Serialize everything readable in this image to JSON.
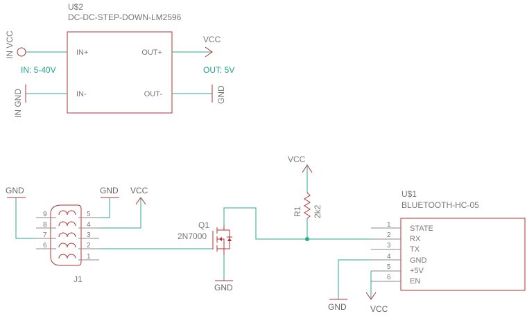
{
  "regulator": {
    "ref": "U$2",
    "value": "DC-DC-STEP-DOWN-LM2596",
    "pin_in_plus": "IN+",
    "pin_in_minus": "IN-",
    "pin_out_plus": "OUT+",
    "pin_out_minus": "OUT-",
    "in_vcc_label": "IN VCC",
    "in_gnd_label": "IN GND",
    "vcc_label": "VCC",
    "gnd_label": "GND",
    "note_in": "IN: 5-40V",
    "note_out": "OUT: 5V"
  },
  "connector": {
    "ref": "J1",
    "pins_left": [
      "9",
      "8",
      "7",
      "6"
    ],
    "pins_right": [
      "5",
      "4",
      "3",
      "2",
      "1"
    ],
    "gnd_left": "GND",
    "gnd_right": "GND",
    "vcc": "VCC"
  },
  "transistor": {
    "ref": "Q1",
    "value": "2N7000",
    "gnd": "GND"
  },
  "resistor": {
    "ref": "R1",
    "value": "2k2",
    "vcc": "VCC"
  },
  "bluetooth": {
    "ref": "U$1",
    "value": "BLUETOOTH-HC-05",
    "pins": [
      {
        "num": "1",
        "name": "STATE"
      },
      {
        "num": "2",
        "name": "RX"
      },
      {
        "num": "3",
        "name": "TX"
      },
      {
        "num": "4",
        "name": "GND"
      },
      {
        "num": "5",
        "name": "+5V"
      },
      {
        "num": "6",
        "name": "EN"
      }
    ],
    "gnd": "GND",
    "vcc": "VCC"
  },
  "colors": {
    "wire": "#2aa88a",
    "symbol": "#b03030",
    "text": "#777777"
  }
}
